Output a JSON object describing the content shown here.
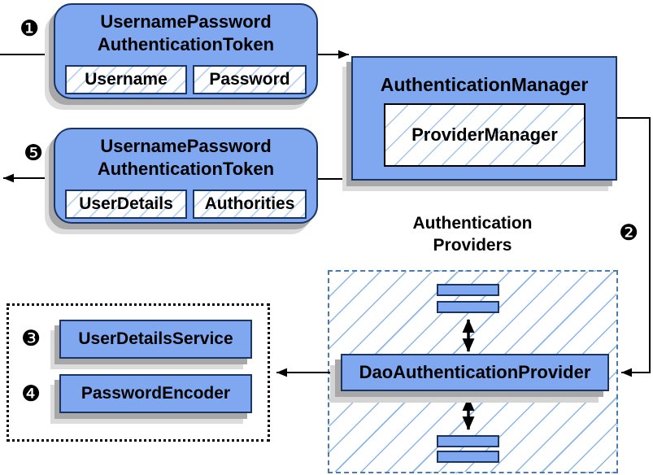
{
  "badges": {
    "step1": "❶",
    "step2": "❷",
    "step3": "❸",
    "step4": "❹",
    "step5": "❺"
  },
  "request_token": {
    "title_line1": "UsernamePassword",
    "title_line2": "AuthenticationToken",
    "field1": "Username",
    "field2": "Password"
  },
  "response_token": {
    "title_line1": "UsernamePassword",
    "title_line2": "AuthenticationToken",
    "field1": "UserDetails",
    "field2": "Authorities"
  },
  "authentication_manager": {
    "title": "AuthenticationManager",
    "provider_manager": "ProviderManager"
  },
  "providers_group": {
    "label_line1": "Authentication",
    "label_line2": "Providers",
    "dao_provider": "DaoAuthenticationProvider"
  },
  "services_group": {
    "user_details_service": "UserDetailsService",
    "password_encoder": "PasswordEncoder"
  },
  "colors": {
    "box_fill": "#7fa8f0",
    "box_border": "#1a3463",
    "hatch_line": "#8cb6e8",
    "dashed_border": "#4c79ab",
    "dotted_border": "#000000",
    "shadow_dark": "#a8a8a8",
    "shadow_light": "#dcdcdc",
    "arrow": "#000000",
    "text": "#000000"
  }
}
